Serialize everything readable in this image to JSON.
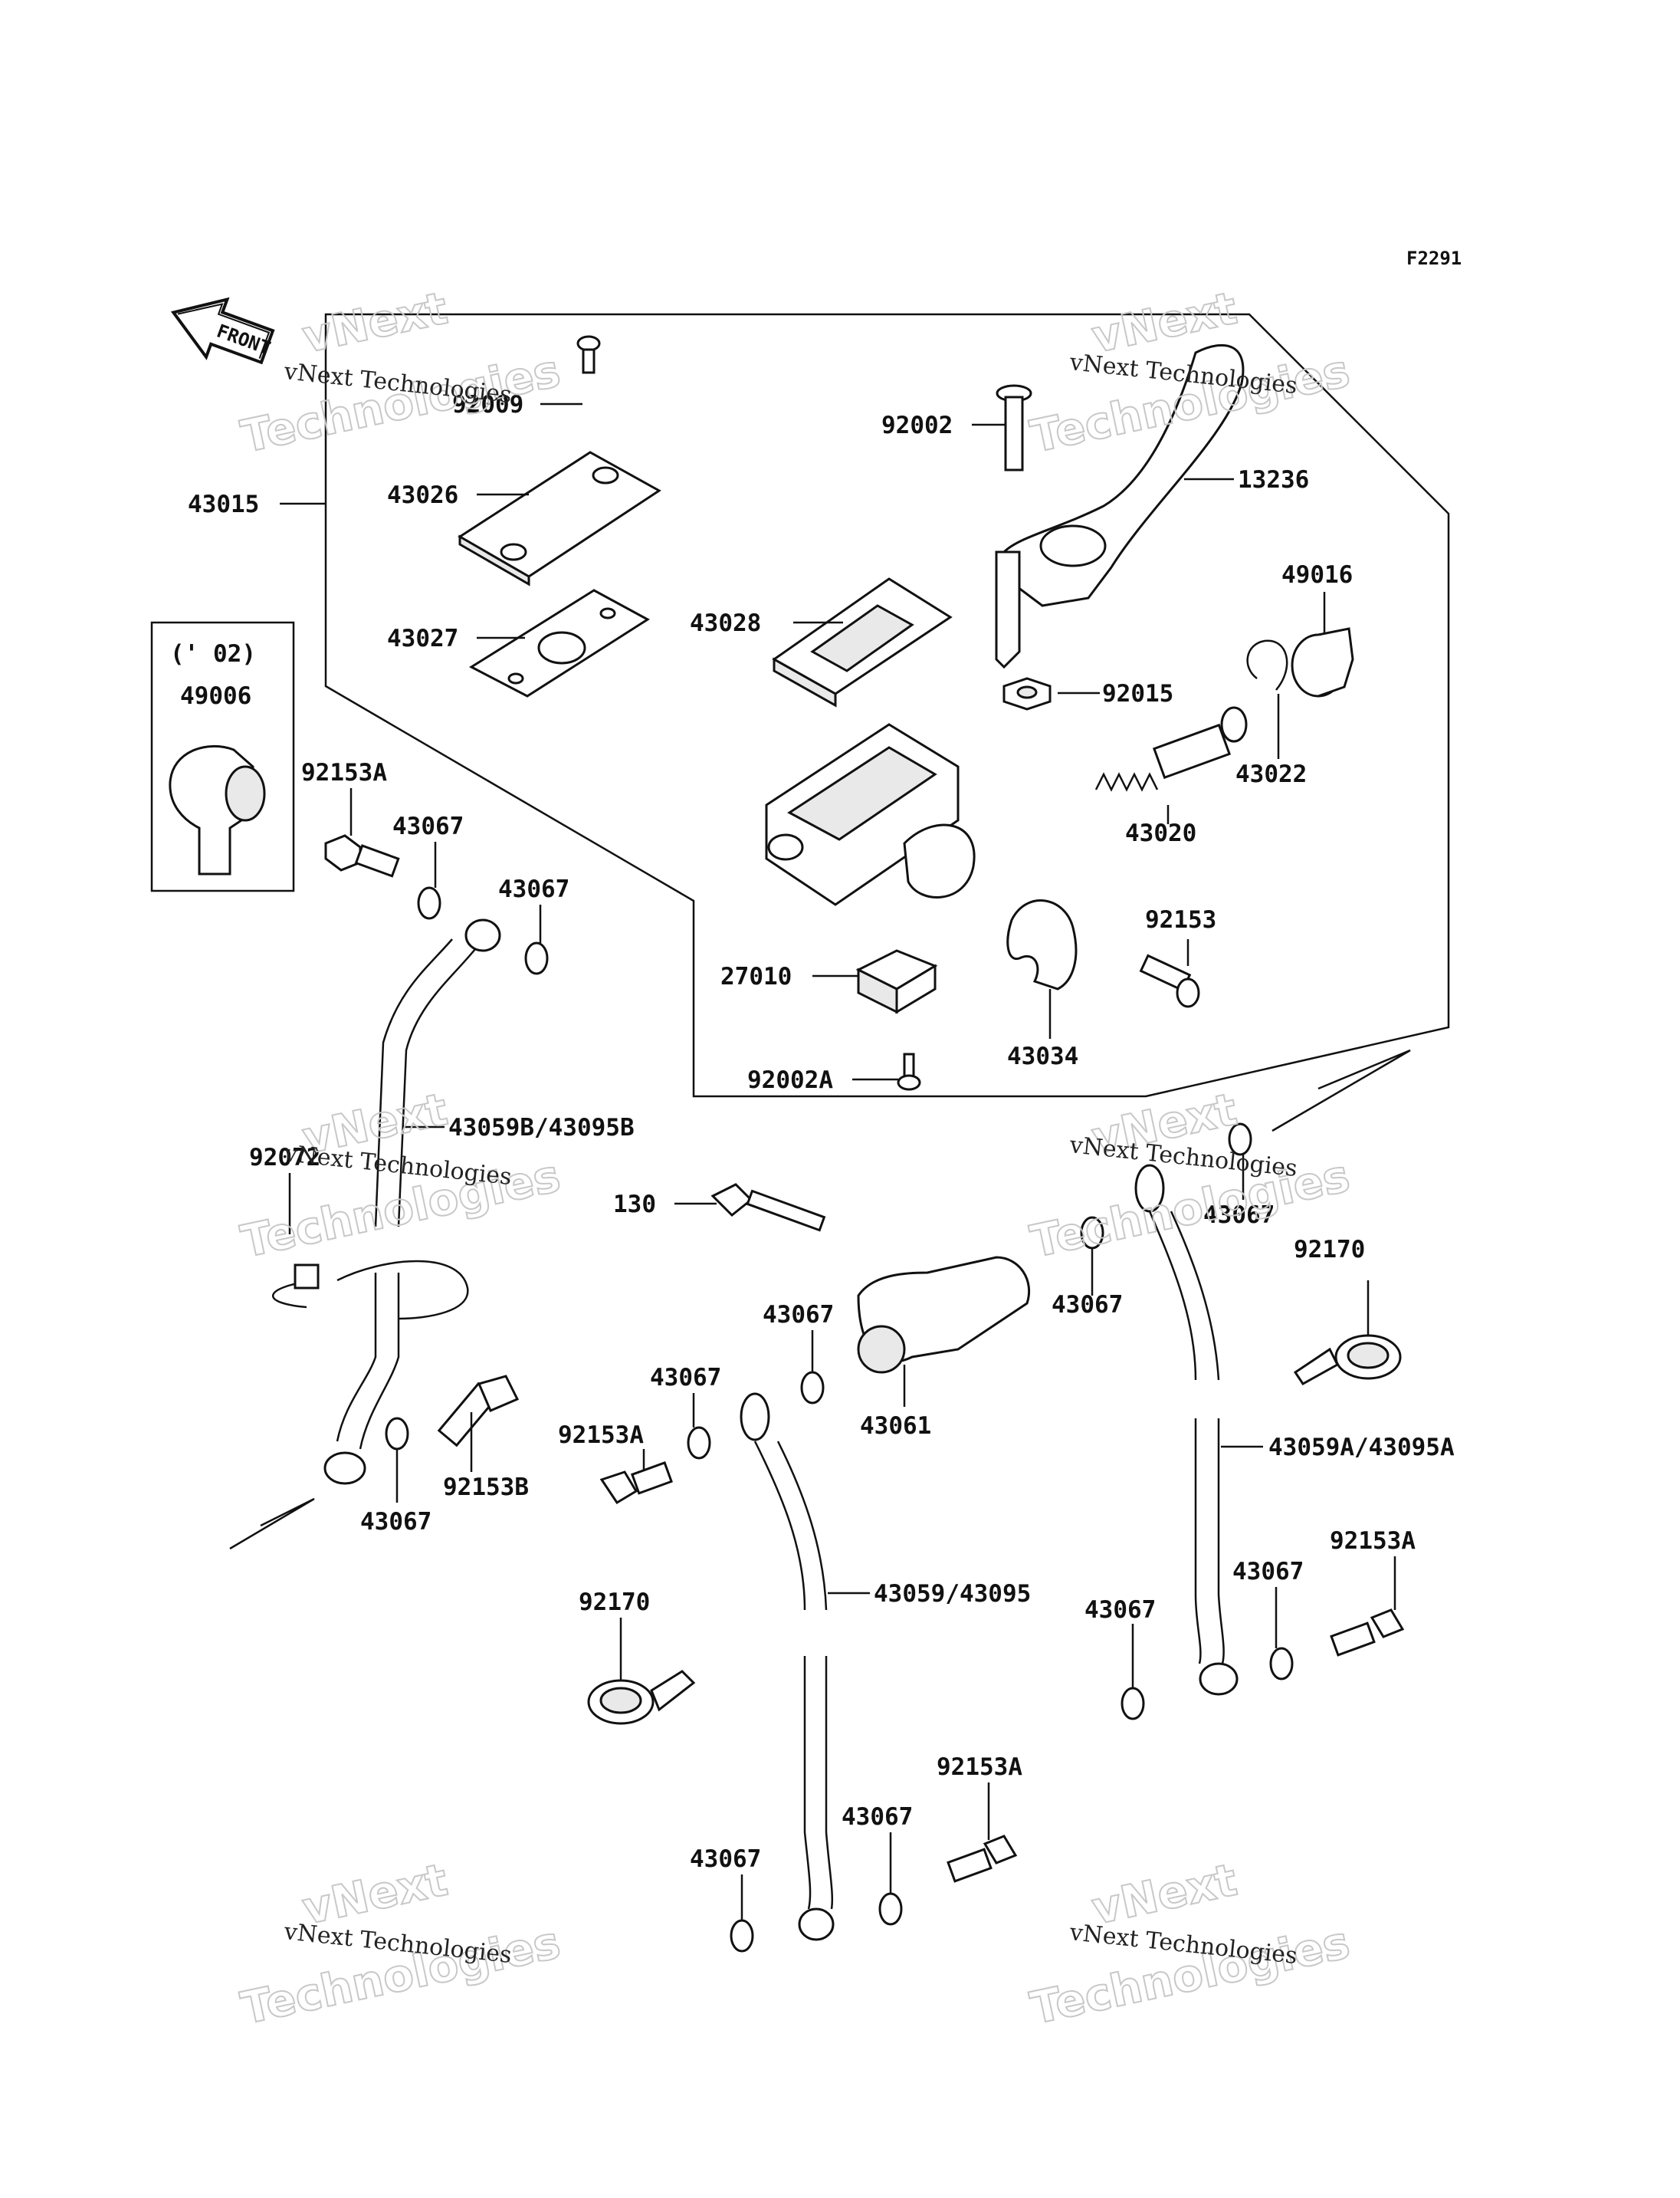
{
  "figure_code": "F2291",
  "front_label": "FRONT",
  "inset_year": "(' 02)",
  "watermark": {
    "line1": "vNext",
    "line2": "vNext Technologies",
    "line3": "Technologies"
  },
  "labels": [
    "43015",
    "92009",
    "43026",
    "43027",
    "43028",
    "92002",
    "13236",
    "49016",
    "92015",
    "43022",
    "43020",
    "92153",
    "27010",
    "43034",
    "92002A",
    "49006",
    "92153A",
    "43067",
    "43067",
    "43059B/43095B",
    "92072",
    "43067",
    "92153B",
    "130",
    "43067",
    "43061",
    "43067",
    "92153A",
    "43059/43095",
    "92170",
    "43067",
    "43067",
    "92153A",
    "43067",
    "92170",
    "43059A/43095A",
    "43067",
    "92153A",
    "43067"
  ]
}
